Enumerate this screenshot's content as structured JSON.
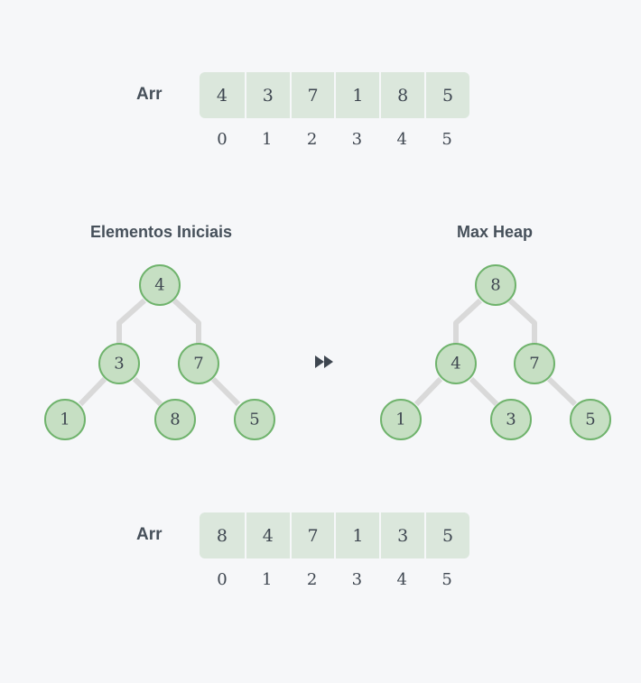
{
  "top_array": {
    "label": "Arr",
    "values": [
      "4",
      "3",
      "7",
      "1",
      "8",
      "5"
    ],
    "indices": [
      "0",
      "1",
      "2",
      "3",
      "4",
      "5"
    ]
  },
  "left_tree": {
    "title": "Elementos Iniciais",
    "nodes": [
      "4",
      "3",
      "7",
      "1",
      "8",
      "5"
    ]
  },
  "right_tree": {
    "title": "Max Heap",
    "nodes": [
      "8",
      "4",
      "7",
      "1",
      "3",
      "5"
    ]
  },
  "bottom_array": {
    "label": "Arr",
    "values": [
      "8",
      "4",
      "7",
      "1",
      "3",
      "5"
    ],
    "indices": [
      "0",
      "1",
      "2",
      "3",
      "4",
      "5"
    ]
  },
  "colors": {
    "node_fill": "#c6dfc3",
    "node_stroke": "#6fb36c",
    "edge": "#d9d9d9",
    "array_bg": "#dbe7dc",
    "text": "#3e4650",
    "arrow": "#3e4650"
  },
  "icons": {
    "transition": "fast-forward-icon"
  }
}
